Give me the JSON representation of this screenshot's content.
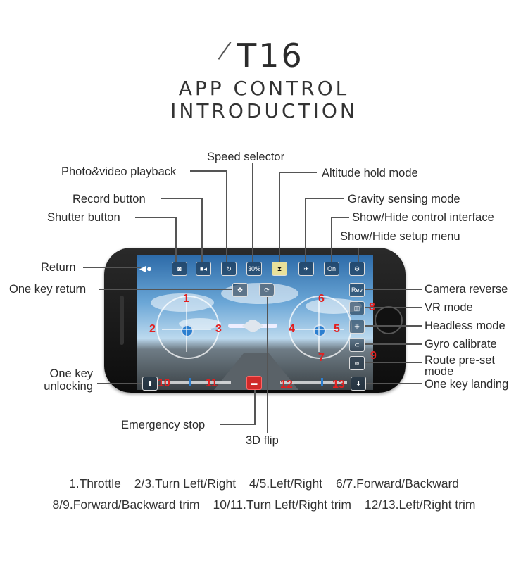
{
  "header": {
    "model": "T16",
    "line1": "APP CONTROL",
    "line2": "INTRODUCTION"
  },
  "labels": {
    "speed_selector": "Speed selector",
    "photo_video_playback": "Photo&video playback",
    "altitude_hold": "Altitude hold mode",
    "record_button": "Record button",
    "gravity_sensing": "Gravity sensing mode",
    "shutter_button": "Shutter button",
    "show_hide_control": "Show/Hide control interface",
    "show_hide_setup": "Show/Hide setup menu",
    "return": "Return",
    "one_key_return": "One key return",
    "camera_reverse": "Camera reverse",
    "vr_mode": "VR mode",
    "headless_mode": "Headless mode",
    "gyro_calibrate": "Gyro calibrate",
    "route_preset_1": "Route pre-set",
    "route_preset_2": "mode",
    "one_key_unlocking_1": "One key",
    "one_key_unlocking_2": "unlocking",
    "one_key_landing": "One key landing",
    "emergency_stop": "Emergency stop",
    "flip_3d": "3D flip"
  },
  "screen": {
    "speed_value": "30%",
    "on_label": "On",
    "rev_label": "Rev",
    "numbers": [
      "1",
      "2",
      "3",
      "4",
      "5",
      "6",
      "7",
      "8",
      "9",
      "10",
      "11",
      "12",
      "13"
    ]
  },
  "legend": {
    "row1": [
      "1.Throttle",
      "2/3.Turn Left/Right",
      "4/5.Left/Right",
      "6/7.Forward/Backward"
    ],
    "row2": [
      "8/9.Forward/Backward trim",
      "10/11.Turn Left/Right trim",
      "12/13.Left/Right trim"
    ]
  },
  "colors": {
    "number_red": "#e32020",
    "leader_line": "#555555",
    "stick_blue": "#2b7fd0"
  }
}
